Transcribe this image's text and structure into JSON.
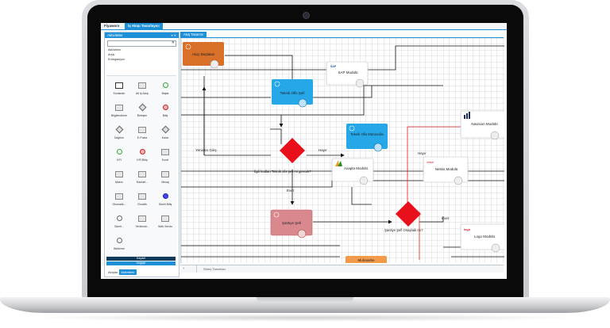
{
  "app": {
    "title": "Fiyaworx",
    "tab": "İş Akışı Tasarlayıcı"
  },
  "panel": {
    "title": "Aktiviteler",
    "categories": [
      "Aktiviteler",
      "Arşiv",
      "Entegrasyon"
    ],
    "items": [
      {
        "label": "Sonlandır",
        "icon": "rect"
      },
      {
        "label": "Alt İş Akışı",
        "icon": "rectg"
      },
      {
        "label": "Başla",
        "icon": "circ"
      },
      {
        "label": "Bilgilendirme",
        "icon": "rectg"
      },
      {
        "label": "Birleşim",
        "icon": "dia"
      },
      {
        "label": "Bitiş",
        "icon": "circ-red"
      },
      {
        "label": "Dağıtım",
        "icon": "dia"
      },
      {
        "label": "E-Posta",
        "icon": "rectg"
      },
      {
        "label": "Karar",
        "icon": "dia"
      },
      {
        "label": "KPİ",
        "icon": "circ"
      },
      {
        "label": "KPİ Bitiş",
        "icon": "circ-red"
      },
      {
        "label": "Kural",
        "icon": "rectg"
      },
      {
        "label": "Makro",
        "icon": "rectg"
      },
      {
        "label": "Manuel...",
        "icon": "rectg"
      },
      {
        "label": "Mesaj",
        "icon": "rectg"
      },
      {
        "label": "Otomatik...",
        "icon": "rectg"
      },
      {
        "label": "Öncelik",
        "icon": "rectg"
      },
      {
        "label": "Süreli Bitiş",
        "icon": "circ-blue"
      },
      {
        "label": "Süreli...",
        "icon": "circ-o"
      },
      {
        "label": "Yenilendi...",
        "icon": "rectg"
      },
      {
        "label": "Web Servis",
        "icon": "rectg"
      },
      {
        "label": "Bekleme",
        "icon": "circ-o"
      }
    ],
    "save_label": "Kaydet",
    "update_label": "Değiştir",
    "bottom_tabs": [
      "Akışlar",
      "Aktiviteler"
    ]
  },
  "canvas": {
    "tab": "Akış Tasarımı",
    "footer_tab": "Süreç Tanımları",
    "nodes": {
      "n1": "Akışı Başlatan",
      "n2": "SAP Modülü",
      "n3": "Teknik Ofis Şefi",
      "n4": "Navision Modülü",
      "n5": "Teknik Ofis Mühendisi",
      "n6": "Axapta Modülü",
      "n7": "Netsis Modülü",
      "n8": "Şantiye Şefi",
      "n9": "Logo Modülü",
      "n10": "Muhasebe"
    },
    "labels": {
      "yeniden": "Yeniden Giriş",
      "hayir1": "Hayır",
      "hayir2": "Hayır",
      "q1": "İlgili kodları Teknik ofis şefi mi girecek?",
      "evet1": "Evet",
      "evet2": "Evet",
      "q2": "Şantiye Şefi Onayladı mı?"
    },
    "logos": {
      "sap": "SAP",
      "netsis": "netsis",
      "logo": "logo"
    }
  },
  "colors": {
    "accent": "#1e90d8",
    "orange": "#d9702a",
    "blue_node": "#25a7e8",
    "pink_node": "#d9898d",
    "red_diamond": "#e8101b",
    "red_line": "#e82020"
  }
}
